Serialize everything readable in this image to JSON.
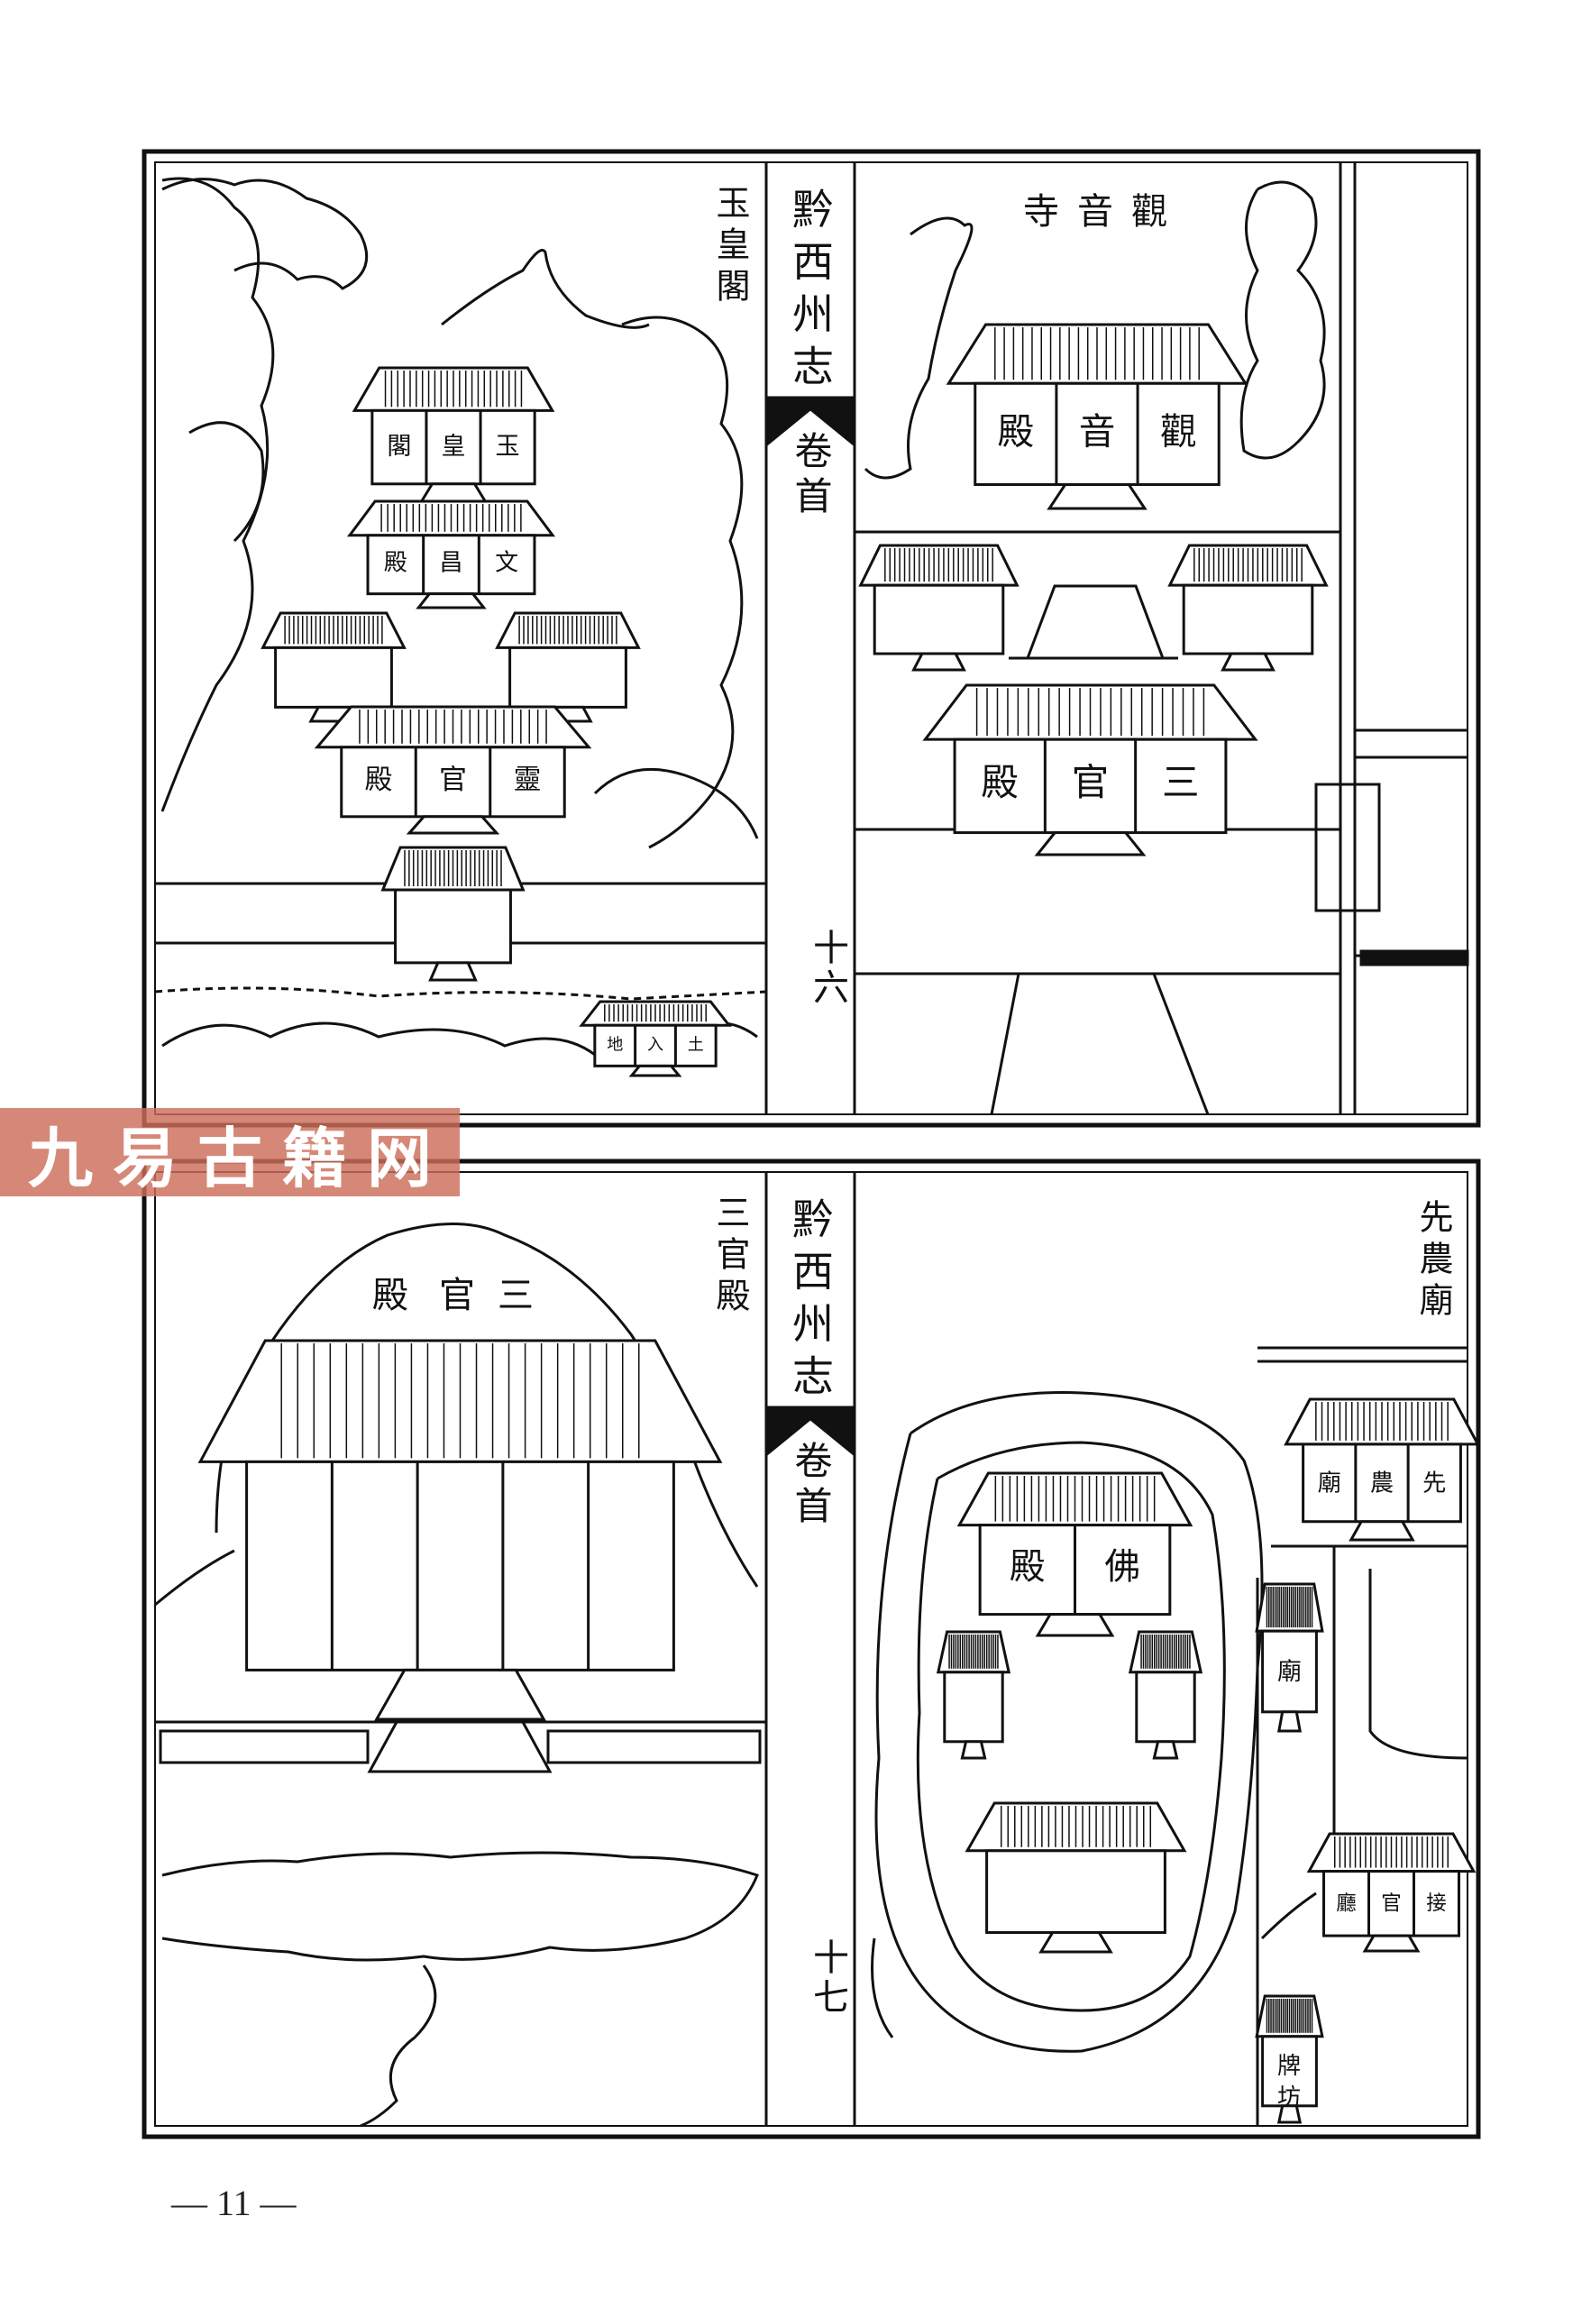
{
  "top_panel": {
    "book_title": "黔西州志",
    "volume": "卷首",
    "folio": "十六",
    "left_scene": {
      "title": "玉皇閣",
      "buildings": [
        {
          "name": "玉皇閣",
          "plaque": [
            "閣",
            "皇",
            "玉"
          ]
        },
        {
          "name": "文昌殿",
          "plaque": [
            "殿",
            "昌",
            "文"
          ]
        },
        {
          "name": "靈官殿",
          "plaque": [
            "殿",
            "官",
            "靈"
          ]
        },
        {
          "name": "土地",
          "plaque": [
            "地",
            "入",
            "土"
          ]
        }
      ]
    },
    "right_scene": {
      "title": [
        "寺",
        "音",
        "觀"
      ],
      "buildings": [
        {
          "name": "觀音殿",
          "plaque": [
            "殿",
            "音",
            "觀"
          ]
        },
        {
          "name": "三官殿",
          "plaque": [
            "殿",
            "官",
            "三"
          ]
        }
      ]
    }
  },
  "bottom_panel": {
    "book_title": "黔西州志",
    "volume": "卷首",
    "folio": "十七",
    "left_scene": {
      "title": "三官殿",
      "caption": [
        "殿",
        "官",
        "三"
      ]
    },
    "right_scene": {
      "title": "先農廟",
      "buildings": [
        {
          "name": "先農廟",
          "plaque": [
            "廟",
            "農",
            "先"
          ]
        },
        {
          "name": "佛殿",
          "plaque": [
            "殿",
            "佛"
          ]
        },
        {
          "name": "廟",
          "plaque": [
            "廟"
          ]
        },
        {
          "name": "接官廳",
          "plaque": [
            "廳",
            "官",
            "接"
          ]
        },
        {
          "name": "牌坊",
          "plaque": [
            "牌",
            "坊"
          ]
        }
      ]
    }
  },
  "watermark": [
    "九",
    "易",
    "古",
    "籍",
    "网"
  ],
  "page_number": "— 11 —"
}
